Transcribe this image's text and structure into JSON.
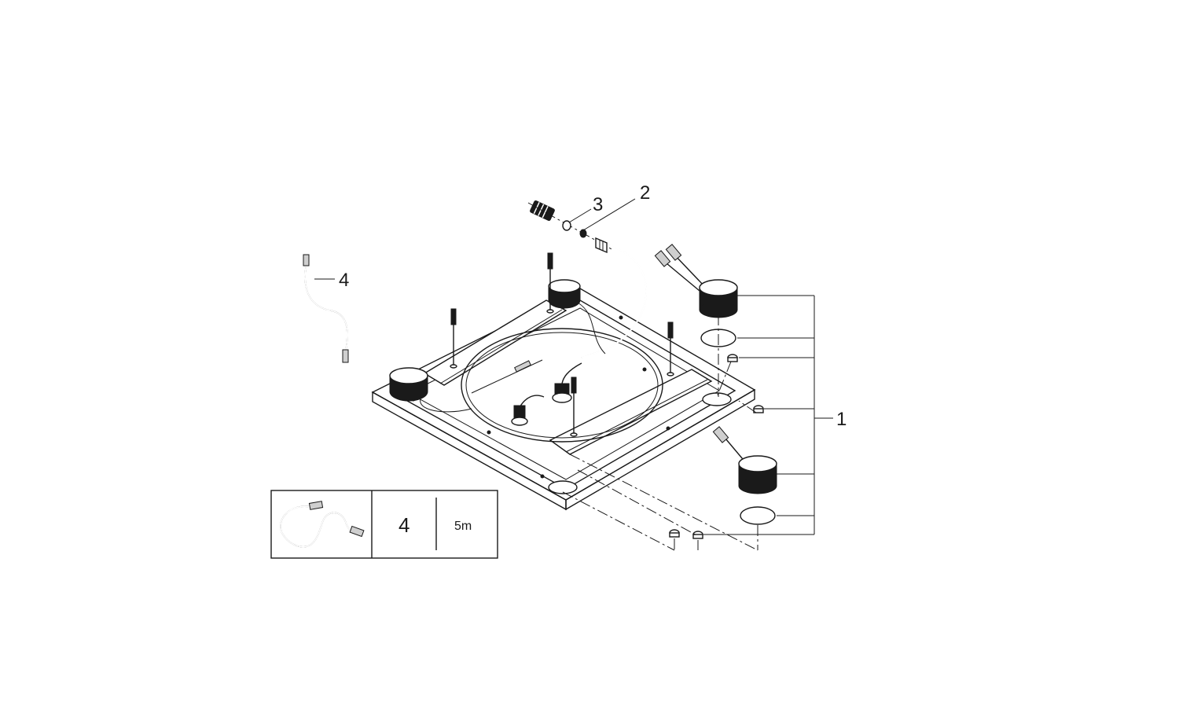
{
  "callouts": {
    "part_1": "1",
    "part_2": "2",
    "part_3": "3",
    "part_4": "4"
  },
  "spare_part_box": {
    "item_number": "4",
    "length": "5m"
  },
  "colors": {
    "line": "#1a1a1a",
    "background": "#ffffff"
  },
  "icons": [
    "cable-icon",
    "hose-icon",
    "connector-icon",
    "seal-ring-icon",
    "wall-plug-icon"
  ]
}
